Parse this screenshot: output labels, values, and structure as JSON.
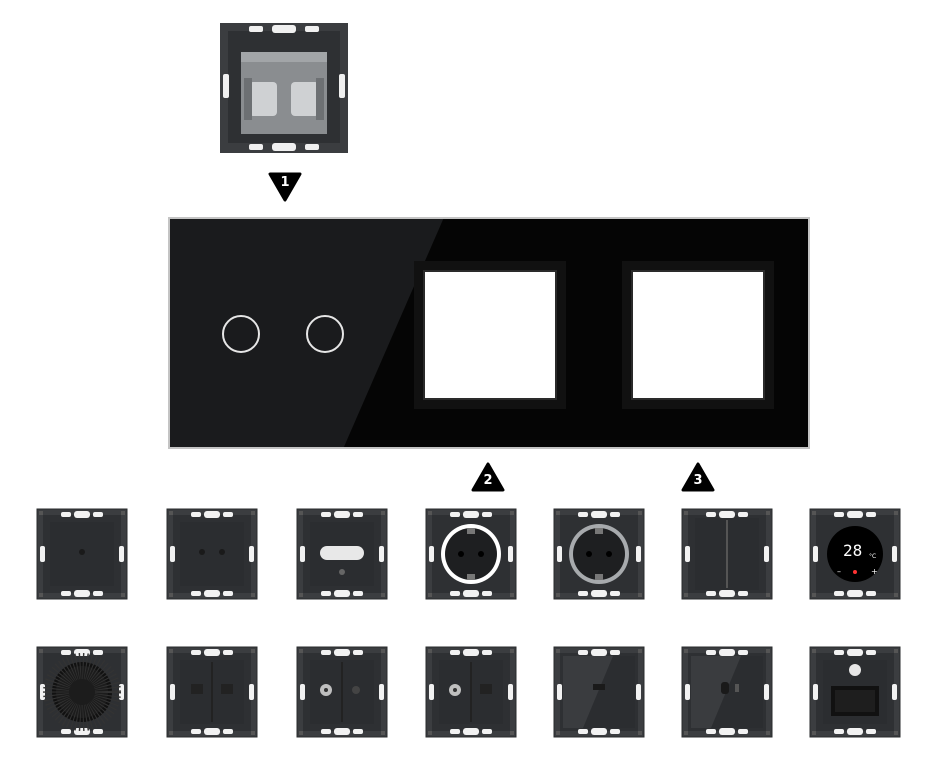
{
  "markers": [
    {
      "label": "1",
      "direction": "down"
    },
    {
      "label": "2",
      "direction": "up"
    },
    {
      "label": "3",
      "direction": "up"
    }
  ],
  "panel": {
    "color": "#050505",
    "frame_color": "#c4c4c4",
    "touch_buttons": 2,
    "openings": 2
  },
  "thermostat": {
    "display": "28",
    "unit": "°C"
  },
  "modules": {
    "top": "touch-switch-2-gang-mechanism",
    "row1": [
      "touch-1-gang-module",
      "touch-2-gang-module",
      "motion-sensor-module",
      "socket-white-module",
      "socket-gray-module",
      "rocker-switch-2-gang-module",
      "thermostat-module"
    ],
    "row2": [
      "speaker-module",
      "rj45-double-module",
      "tv-satellite-module",
      "tv-rj45-module",
      "usb-single-module",
      "usb-c-module",
      "led-night-light-module"
    ]
  }
}
